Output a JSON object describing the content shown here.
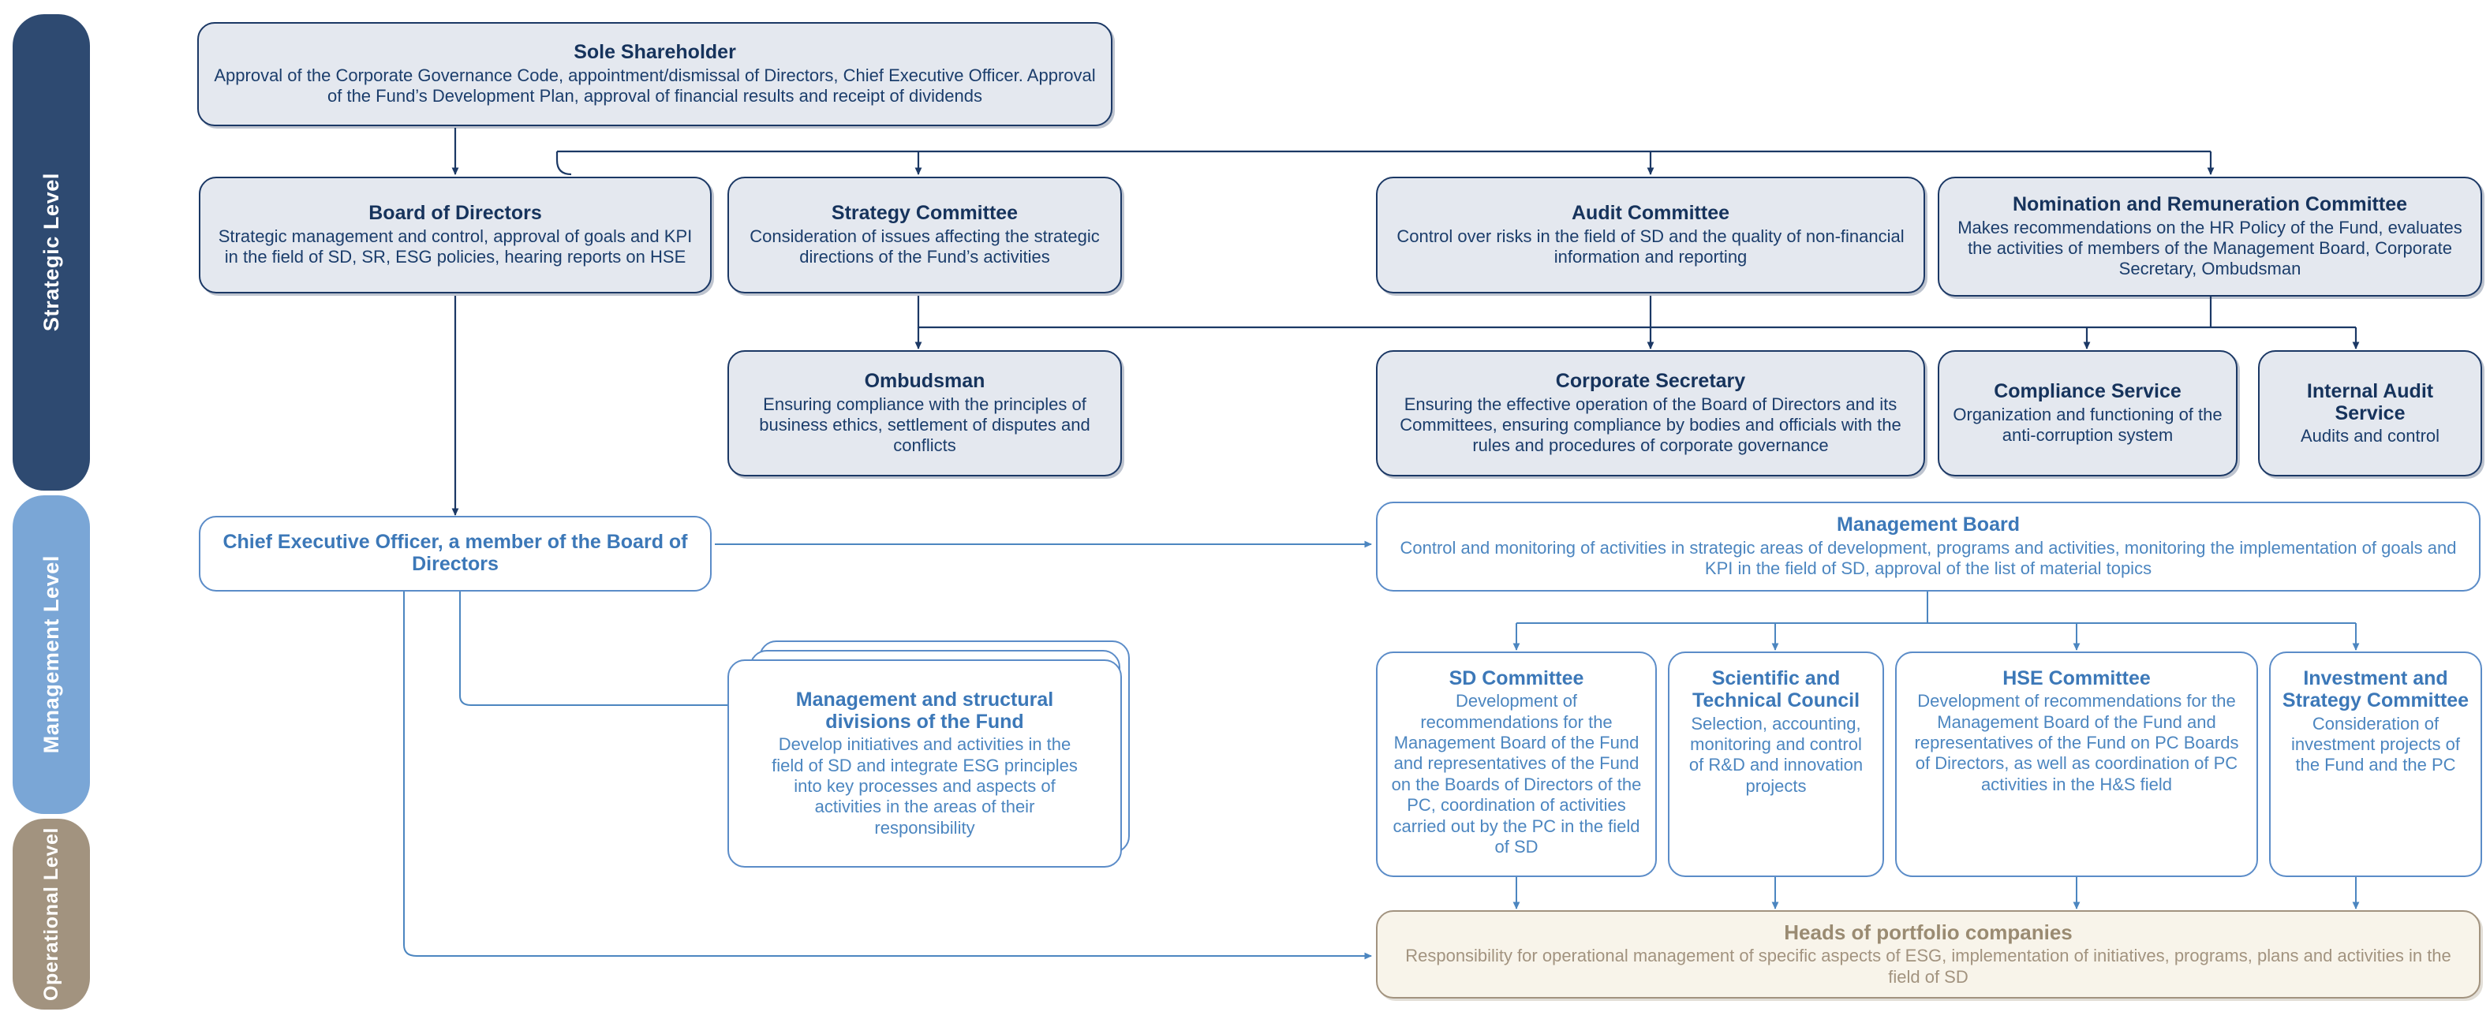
{
  "levels": [
    {
      "id": "strategic",
      "label": "Strategic Level",
      "color": "#2E4A71"
    },
    {
      "id": "management",
      "label": "Management Level",
      "color": "#7AA6D6"
    },
    {
      "id": "operational",
      "label": "Operational Level",
      "color": "#A2937F"
    }
  ],
  "nodes": {
    "sole_shareholder": {
      "title": "Sole Shareholder",
      "body": "Approval of the Corporate Governance Code, appointment/dismissal of Directors, Chief Executive Officer. Approval of the Fund’s Development Plan, approval of financial results and receipt of dividends"
    },
    "board_of_directors": {
      "title": "Board of Directors",
      "body": "Strategic management and control, approval of goals and KPI in the field of SD, SR, ESG policies, hearing reports on HSE"
    },
    "strategy_committee": {
      "title": "Strategy Committee",
      "body": "Consideration of issues affecting the strategic directions of the Fund’s activities"
    },
    "audit_committee": {
      "title": "Audit Committee",
      "body": "Control over risks in the field of SD and the quality of non-financial information and reporting"
    },
    "nomination_remuneration_committee": {
      "title": "Nomination and Remuneration Committee",
      "body": "Makes recommendations on the HR Policy of the Fund, evaluates the activities of members of the Management Board, Corporate Secretary, Ombudsman"
    },
    "ombudsman": {
      "title": "Ombudsman",
      "body": "Ensuring compliance with the principles of business ethics, settlement of disputes and conflicts"
    },
    "corporate_secretary": {
      "title": "Corporate Secretary",
      "body": "Ensuring the effective operation of the Board of Directors and its Committees, ensuring compliance by bodies and officials with the rules and procedures of corporate governance"
    },
    "compliance_service": {
      "title": "Compliance Service",
      "body": "Organization and functioning of the anti-corruption system"
    },
    "internal_audit_service": {
      "title": "Internal Audit Service",
      "body": "Audits and control"
    },
    "chief_executive_officer": {
      "title": "Chief Executive Officer, a member of the Board of Directors",
      "body": ""
    },
    "management_board": {
      "title": "Management Board",
      "body": "Control and monitoring of activities in strategic areas of development, programs and activities, monitoring the implementation of goals and KPI in the field of SD, approval of the list of material topics"
    },
    "management_divisions": {
      "title": "Management and structural divisions of the Fund",
      "body": "Develop initiatives and activities in the field of SD and integrate ESG principles into key processes and aspects of activities in the areas of their responsibility"
    },
    "sd_committee": {
      "title": "SD Committee",
      "body": "Development of recommendations for the Management Board of the Fund and representatives of the Fund on the Boards of Directors of the PC, coordination of activities carried out by the PC in the field of SD"
    },
    "scientific_technical_council": {
      "title": "Scientific and Technical Council",
      "body": "Selection, accounting, monitoring and control of R&D and innovation projects"
    },
    "hse_committee": {
      "title": "HSE Committee",
      "body": "Development of recommendations for the Management Board of the Fund and representatives of the Fund on PC Boards of Directors, as well as coordination of PC activities in the H&S field"
    },
    "investment_strategy_committee": {
      "title": "Investment and Strategy Committee",
      "body": "Consideration of investment projects of the Fund and the PC"
    },
    "heads_of_portfolio_companies": {
      "title": "Heads of portfolio companies",
      "body": "Responsibility for operational management of specific aspects of ESG, implementation of initiatives, programs, plans and activities in the field of SD"
    }
  },
  "colors": {
    "strategic_pill": "#2E4A71",
    "management_pill": "#7AA6D6",
    "operational_pill": "#A2937F",
    "strategic_fill": "#E4E8EF",
    "strategic_border": "#1B3865",
    "management_border": "#5B8CC8",
    "operational_fill": "#F8F4EA",
    "operational_border": "#A2937F"
  }
}
